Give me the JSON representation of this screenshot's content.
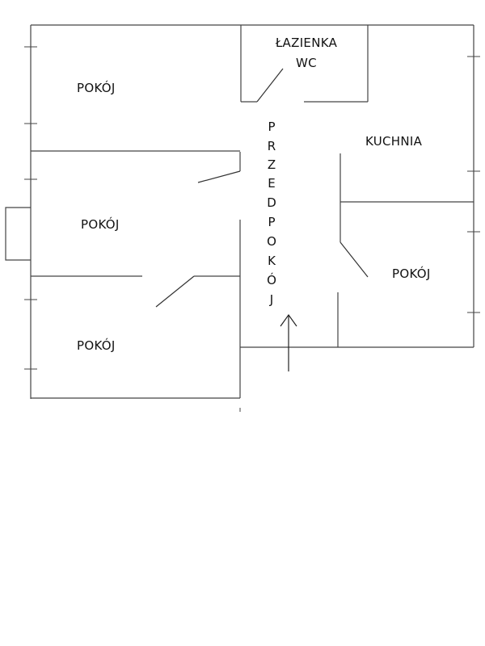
{
  "rooms": {
    "lazienka": "ŁAZIENKA",
    "wc": "WC",
    "pokoj_top_left": "POKÓJ",
    "pokoj_mid_left": "POKÓJ",
    "pokoj_bottom_left": "POKÓJ",
    "kuchnia": "KUCHNIA",
    "pokoj_right": "POKÓJ"
  },
  "corridor": {
    "letters": [
      "P",
      "R",
      "Z",
      "E",
      "D",
      "P",
      "O",
      "K",
      "Ó",
      "J"
    ]
  },
  "colors": {
    "wall": "#444444",
    "text": "#111111",
    "background": "#ffffff"
  }
}
